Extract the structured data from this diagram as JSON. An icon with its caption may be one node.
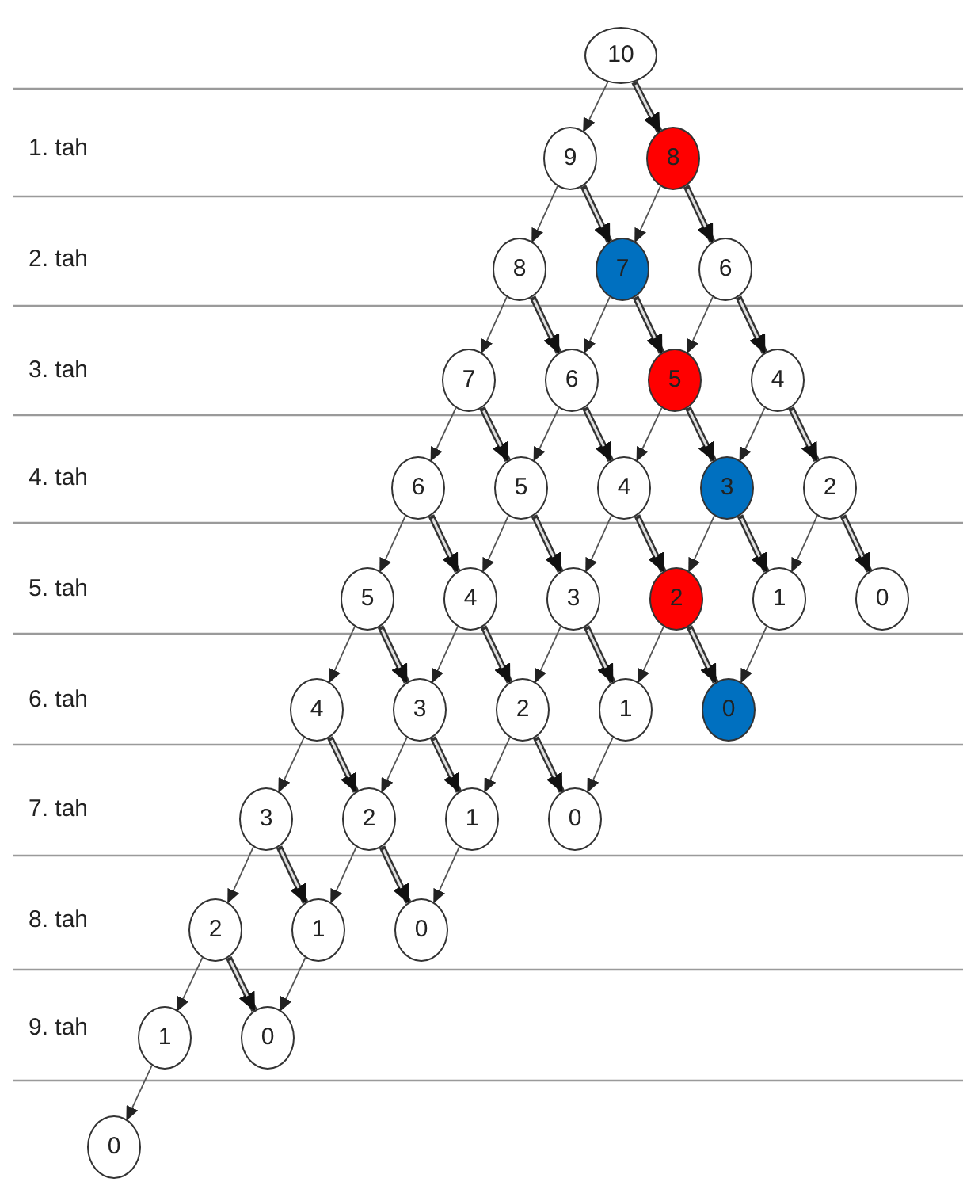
{
  "diagram": {
    "nodes": [
      {
        "text": [
          "10"
        ]
      },
      {
        "text": [
          "9"
        ]
      },
      {
        "text": [
          "8"
        ]
      },
      {
        "text": [
          "8"
        ]
      },
      {
        "text": [
          "7"
        ]
      },
      {
        "text": [
          "6"
        ]
      },
      {
        "text": [
          "7"
        ]
      },
      {
        "text": [
          "6"
        ]
      },
      {
        "text": [
          "5"
        ]
      },
      {
        "text": [
          "4"
        ]
      },
      {
        "text": [
          "6"
        ]
      },
      {
        "text": [
          "5"
        ]
      },
      {
        "text": [
          "4"
        ]
      },
      {
        "text": [
          "3"
        ]
      },
      {
        "text": [
          "2"
        ]
      },
      {
        "text": [
          "5"
        ]
      },
      {
        "text": [
          "4"
        ]
      },
      {
        "text": [
          "3"
        ]
      },
      {
        "text": [
          "2"
        ]
      },
      {
        "text": [
          "1"
        ]
      },
      {
        "text": [
          "0"
        ]
      },
      {
        "text": [
          "4"
        ]
      },
      {
        "text": [
          "3"
        ]
      },
      {
        "text": [
          "2"
        ]
      },
      {
        "text": [
          "1"
        ]
      },
      {
        "text": [
          "0"
        ]
      },
      {
        "text": [
          "3"
        ]
      },
      {
        "text": [
          "2"
        ]
      },
      {
        "text": [
          "1"
        ]
      },
      {
        "text": [
          "0"
        ]
      },
      {
        "text": [
          "2"
        ]
      },
      {
        "text": [
          "1"
        ]
      },
      {
        "text": [
          "0"
        ]
      },
      {
        "text": [
          "1"
        ]
      },
      {
        "text": [
          "0"
        ]
      },
      {
        "text": [
          "0"
        ]
      }
    ],
    "edges": [
      {
        "from": 0,
        "to": 1,
        "arrow": "to"
      },
      {
        "from": 0,
        "to": 2,
        "arrow": "to",
        "style": "thick"
      },
      {
        "from": 1,
        "to": 3,
        "arrow": "to"
      },
      {
        "from": 1,
        "to": 4,
        "arrow": "to",
        "style": "thick"
      },
      {
        "from": 2,
        "to": 4,
        "arrow": "to"
      },
      {
        "from": 2,
        "to": 5,
        "arrow": "to",
        "style": "thick"
      },
      {
        "from": 3,
        "to": 6,
        "arrow": "to"
      },
      {
        "from": 3,
        "to": 7,
        "arrow": "to",
        "style": "thick"
      },
      {
        "from": 4,
        "to": 7,
        "arrow": "to"
      },
      {
        "from": 4,
        "to": 8,
        "arrow": "to",
        "style": "thick"
      },
      {
        "from": 5,
        "to": 8,
        "arrow": "to"
      },
      {
        "from": 5,
        "to": 9,
        "arrow": "to",
        "style": "thick"
      },
      {
        "from": 6,
        "to": 10,
        "arrow": "to"
      },
      {
        "from": 6,
        "to": 11,
        "arrow": "to",
        "style": "thick"
      },
      {
        "from": 7,
        "to": 11,
        "arrow": "to"
      },
      {
        "from": 7,
        "to": 12,
        "arrow": "to",
        "style": "thick"
      },
      {
        "from": 8,
        "to": 12,
        "arrow": "to"
      },
      {
        "from": 8,
        "to": 13,
        "arrow": "to",
        "style": "thick"
      },
      {
        "from": 9,
        "to": 13,
        "arrow": "to"
      },
      {
        "from": 9,
        "to": 14,
        "arrow": "to",
        "style": "thick"
      },
      {
        "from": 10,
        "to": 15,
        "arrow": "to"
      },
      {
        "from": 10,
        "to": 16,
        "arrow": "to",
        "style": "thick"
      },
      {
        "from": 11,
        "to": 16,
        "arrow": "to"
      },
      {
        "from": 11,
        "to": 17,
        "arrow": "to",
        "style": "thick"
      },
      {
        "from": 12,
        "to": 17,
        "arrow": "to"
      },
      {
        "from": 12,
        "to": 18,
        "arrow": "to",
        "style": "thick"
      },
      {
        "from": 13,
        "to": 18,
        "arrow": "to"
      },
      {
        "from": 13,
        "to": 19,
        "arrow": "to",
        "style": "thick"
      },
      {
        "from": 14,
        "to": 19,
        "arrow": "to"
      },
      {
        "from": 14,
        "to": 20,
        "arrow": "to",
        "style": "thick"
      },
      {
        "from": 15,
        "to": 21,
        "arrow": "to"
      },
      {
        "from": 15,
        "to": 22,
        "arrow": "to",
        "style": "thick"
      },
      {
        "from": 16,
        "to": 22,
        "arrow": "to"
      },
      {
        "from": 16,
        "to": 23,
        "arrow": "to",
        "style": "thick"
      },
      {
        "from": 17,
        "to": 23,
        "arrow": "to"
      },
      {
        "from": 17,
        "to": 24,
        "arrow": "to",
        "style": "thick"
      },
      {
        "from": 18,
        "to": 24,
        "arrow": "to"
      },
      {
        "from": 18,
        "to": 25,
        "arrow": "to",
        "style": "thick"
      },
      {
        "from": 19,
        "to": 25,
        "arrow": "to"
      },
      {
        "from": 21,
        "to": 26,
        "arrow": "to"
      },
      {
        "from": 21,
        "to": 27,
        "arrow": "to",
        "style": "thick"
      },
      {
        "from": 22,
        "to": 27,
        "arrow": "to"
      },
      {
        "from": 22,
        "to": 28,
        "arrow": "to",
        "style": "thick"
      },
      {
        "from": 23,
        "to": 28,
        "arrow": "to"
      },
      {
        "from": 23,
        "to": 29,
        "arrow": "to",
        "style": "thick"
      },
      {
        "from": 24,
        "to": 29,
        "arrow": "to"
      },
      {
        "from": 26,
        "to": 30,
        "arrow": "to"
      },
      {
        "from": 26,
        "to": 31,
        "arrow": "to",
        "style": "thick"
      },
      {
        "from": 27,
        "to": 31,
        "arrow": "to"
      },
      {
        "from": 27,
        "to": 32,
        "arrow": "to",
        "style": "thick"
      },
      {
        "from": 28,
        "to": 32,
        "arrow": "to"
      },
      {
        "from": 30,
        "to": 33,
        "arrow": "to"
      },
      {
        "from": 30,
        "to": 34,
        "arrow": "to",
        "style": "thick"
      },
      {
        "from": 31,
        "to": 34,
        "arrow": "to"
      },
      {
        "from": 33,
        "to": 35,
        "arrow": "to"
      }
    ],
    "labels": [
      "1. tah",
      "2. tah",
      "3. tah",
      "4. tah",
      "5. tah",
      "6. tah",
      "7. tah",
      "8. tah",
      "9. tah"
    ]
  }
}
